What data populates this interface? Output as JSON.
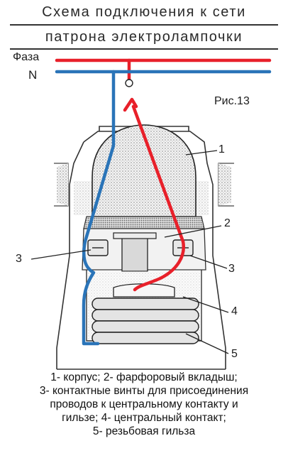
{
  "title": {
    "line1": "Схема подключения к сети",
    "line2": "патрона электролампочки"
  },
  "wires": {
    "phase_label": "Фаза",
    "neutral_label": "N",
    "phase_color": "#e8202a",
    "neutral_color": "#2a74b8"
  },
  "figure_label": "Рис.13",
  "callouts": [
    "1",
    "2",
    "3",
    "3",
    "4",
    "5"
  ],
  "caption": {
    "line1": "1- корпус; 2- фарфоровый вкладыш;",
    "line2": "3- контактные винты для присоединения",
    "line3": "проводов к центральному контакту и",
    "line4": "гильзе;  4- центральный контакт;",
    "line5": "5- резьбовая гильза"
  }
}
